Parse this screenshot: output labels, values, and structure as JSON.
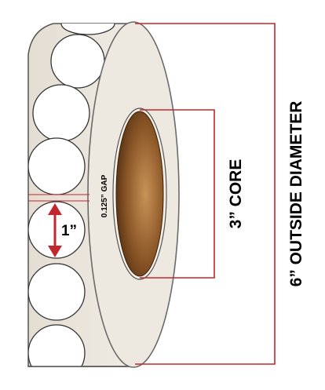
{
  "labels": {
    "outside_diameter": "6” OUTSIDE DIAMETER",
    "core": "3” CORE",
    "gap": "0.125” GAP",
    "label_size": "1”"
  },
  "colors": {
    "roll_face": "#ede8e0",
    "roll_edge": "#6b6b6b",
    "liner": "#e8e2d8",
    "label": "#ffffff",
    "dimension_line": "#c0282d",
    "core_dark": "#4a2a0e",
    "core_light": "#c48f55"
  }
}
